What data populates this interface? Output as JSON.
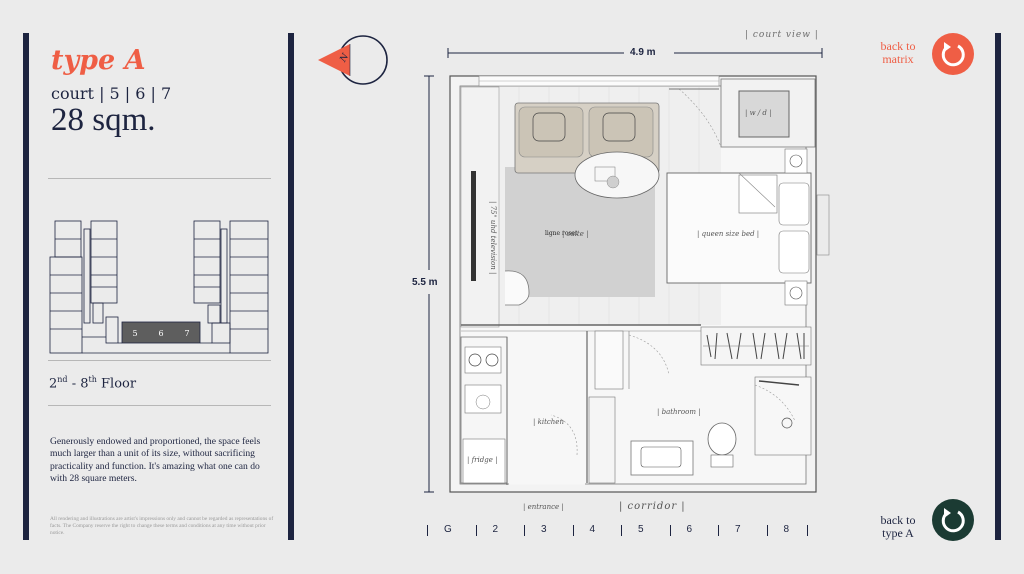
{
  "unit": {
    "title": "type A",
    "court_line": "court | 5 | 6 | 7",
    "area": "28 sqm.",
    "floor_base_1": "2",
    "floor_sup_1": "nd",
    "floor_sep": " - ",
    "floor_base_2": "8",
    "floor_sup_2": "th",
    "floor_word": " Floor",
    "description": "Generously endowed and proportioned, the space feels much larger than a unit of its size, without sacrificing practicality and function. It's amazing what one can do with 28 square meters.",
    "disclaimer": "All rendering and illustrations are artist's impressions only and cannot be regarded as representations of facts. The Company reserve the right to change these terms and conditions at any time without prior notice."
  },
  "keyplan": {
    "highlight_units": [
      "5",
      "6",
      "7"
    ]
  },
  "compass": {
    "letter": "N"
  },
  "plan": {
    "width_label": "4.9 m",
    "height_label": "5.5 m",
    "court_view": "| court view |",
    "rooms": {
      "wd": "| w / d |",
      "suite": "| suite |",
      "bed": "| queen size bed |",
      "tv": "| 75\" uhd television |",
      "kitchen": "| kitchen",
      "bathroom": "| bathroom |",
      "fridge": "| fridge |",
      "entrance": "| entrance |",
      "corridor": "| corridor |",
      "brand": "ligne roset"
    }
  },
  "nav": {
    "back_matrix": "back to matrix",
    "back_typea": "back to type A"
  },
  "floors": [
    "G",
    "2",
    "3",
    "4",
    "5",
    "6",
    "7",
    "8"
  ],
  "colors": {
    "accent": "#ef5e45",
    "navy": "#1d2440",
    "dark_green": "#1b3b33"
  }
}
